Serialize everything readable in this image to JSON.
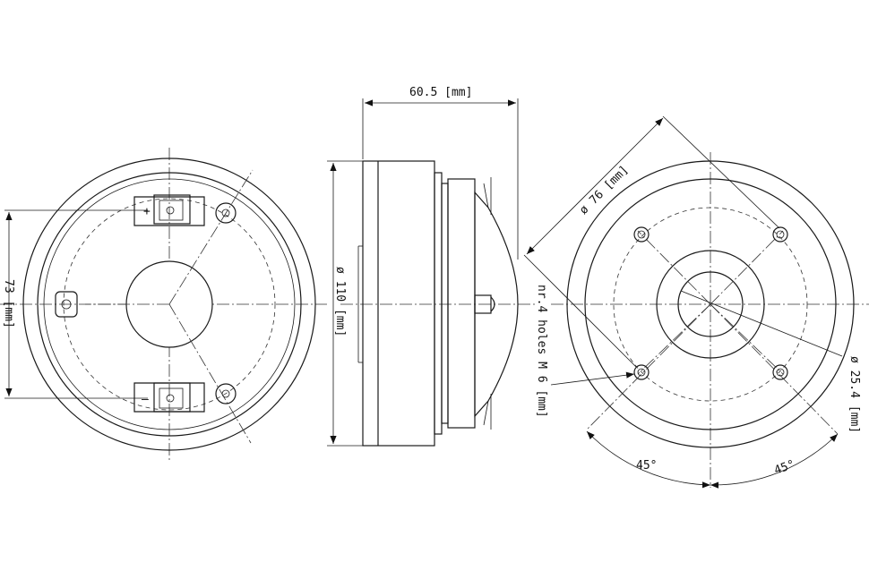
{
  "dimensions": {
    "depth": "60.5 [mm]",
    "outer_diameter": "ø 110 [mm]",
    "mounting_spacing": "73 [mm]",
    "bolt_circle": "ø 76 [mm]",
    "holes": "nr.4 holes M 6 [mm]",
    "throat": "ø 25.4 [mm]",
    "angle_left": "45°",
    "angle_right": "45°"
  },
  "terminals": {
    "plus": "+",
    "minus": "–"
  }
}
